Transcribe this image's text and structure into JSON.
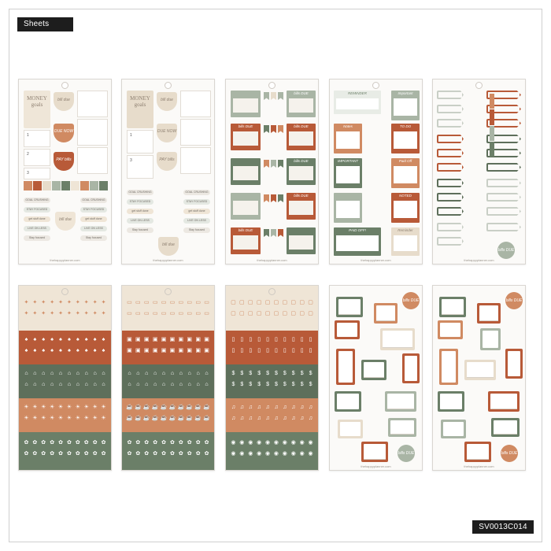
{
  "header": {
    "tag_label": "Sheets"
  },
  "footer": {
    "sku": "SV0013C014"
  },
  "colors": {
    "rust": "#b85a38",
    "terracotta": "#d08a62",
    "sage": "#6b7f68",
    "sage_light": "#a9b5a5",
    "cream": "#efe5d6",
    "beige": "#e7dccb",
    "forest": "#5e6f5b"
  },
  "sheet_planner": {
    "money_label": "MONEY goals",
    "pill_labels": [
      "bill due",
      "DUE NOW",
      "PAY bills",
      "bill due"
    ],
    "strip_labels": [
      "GOAL CRUSHING",
      "STAY FOCUSED",
      "get stuff done",
      "LIVE ON LESS",
      "Stay focused"
    ],
    "numbers": [
      "1",
      "2",
      "3"
    ]
  },
  "sheet_bills": {
    "headers": [
      "bills DUE",
      "bills DUE",
      "bills DUE",
      "bills DUE",
      "bills DUE",
      "bills DUE"
    ]
  },
  "sheet_notes": {
    "headers": [
      "REMINDER",
      "Important",
      "Notes",
      "TO DO",
      "IMPORTANT",
      "Paid Off",
      "PAID OFF!",
      "NOTED",
      "Reminder"
    ]
  },
  "sheet_tags": {
    "circle_label": "bills DUE"
  },
  "icon_sheet_1": {
    "rows": [
      "✦",
      "♠",
      "⌂",
      "☀",
      "✿"
    ]
  },
  "icon_sheet_2": {
    "rows": [
      "▭",
      "▣",
      "⌂",
      "☕",
      "✿"
    ]
  },
  "icon_sheet_3": {
    "rows": [
      "▢",
      "▯",
      "$",
      "♫",
      "◉"
    ]
  },
  "label_sheet": {
    "circle_top": "bills DUE",
    "circle_bottom": "bills DUE"
  },
  "brand_text": "thehappyplanner.com"
}
